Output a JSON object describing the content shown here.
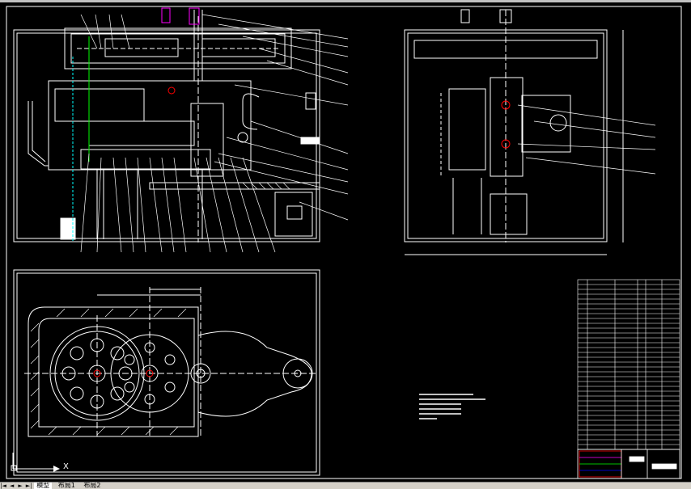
{
  "app": {
    "kind": "cad-drawing-viewer"
  },
  "colors": {
    "background": "#000000",
    "line": "#ffffff",
    "accent_red": "#ff0000",
    "accent_magenta": "#ff00ff",
    "accent_green": "#00ff00",
    "accent_cyan": "#00ffff",
    "accent_blue": "#0000ff",
    "accent_yellow": "#ffff00",
    "tabbar_bg": "#d4d0c8"
  },
  "icons": {
    "ucs": "ucs-axis-icon",
    "nav_first": "nav-first-icon",
    "nav_prev": "nav-prev-icon",
    "nav_next": "nav-next-icon",
    "nav_last": "nav-last-icon"
  },
  "ucs_label": "X",
  "tabs": [
    {
      "label": "模型",
      "active": true
    },
    {
      "label": "布局1",
      "active": false
    },
    {
      "label": "布局2",
      "active": false
    }
  ],
  "nav_glyphs": [
    "|◄",
    "◄",
    "►",
    "►|"
  ]
}
